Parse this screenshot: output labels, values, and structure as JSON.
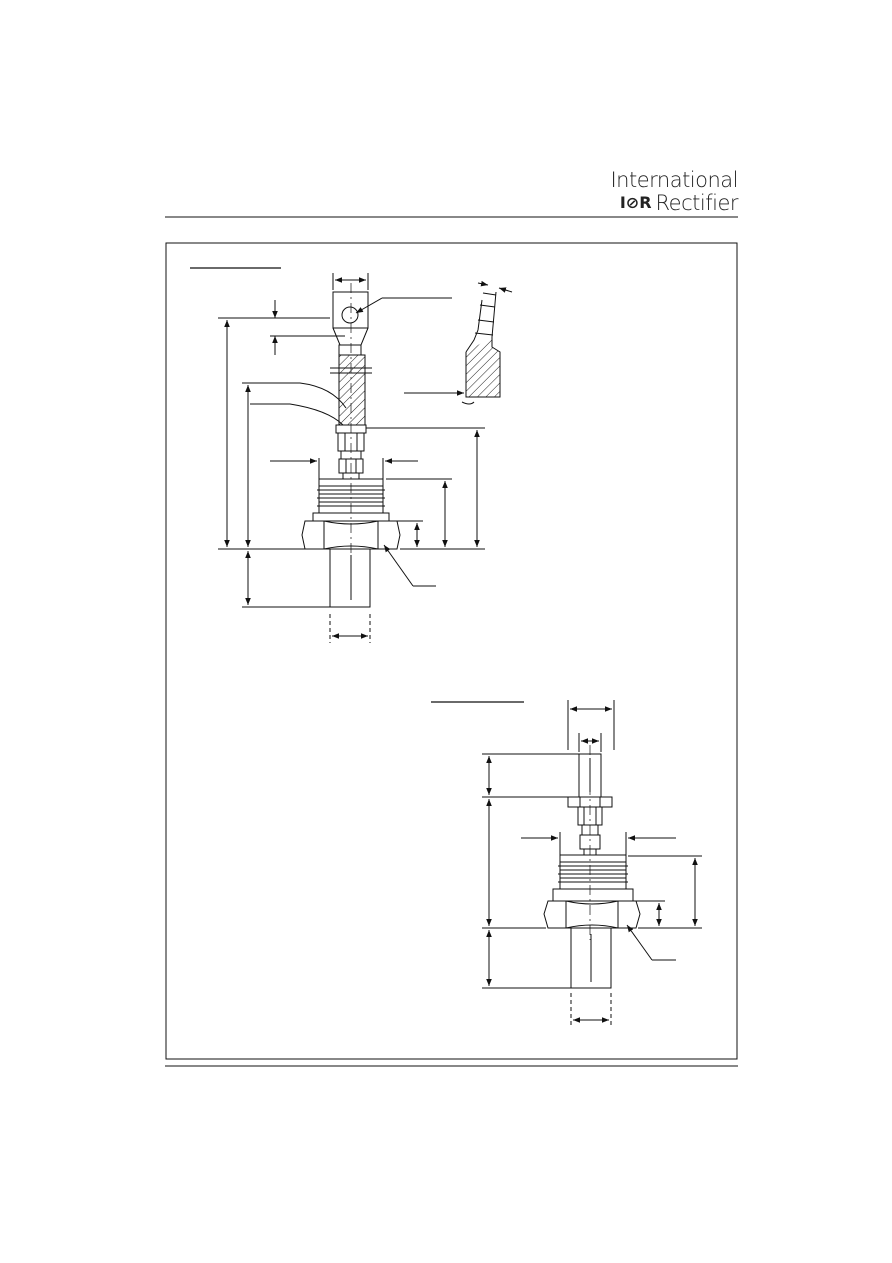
{
  "header": {
    "brand_line1": "International",
    "brand_logo": "I⊘R",
    "brand_line2": "Rectifier"
  },
  "colors": {
    "ink": "#111111",
    "hatch": "#222222"
  },
  "icons": {
    "logo": "ior-logo-icon"
  }
}
